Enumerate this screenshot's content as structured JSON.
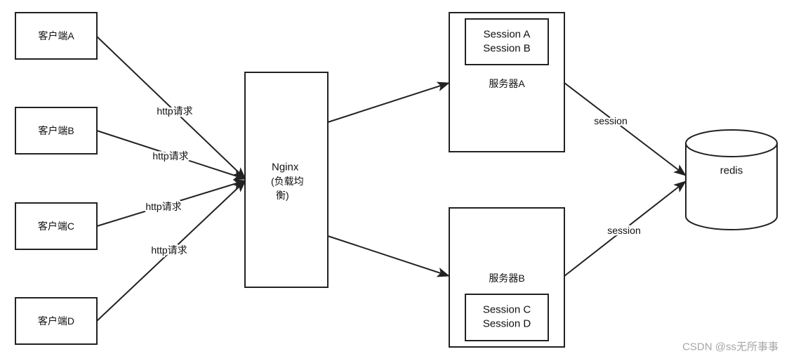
{
  "clients": [
    {
      "label": "客户端A"
    },
    {
      "label": "客户端B"
    },
    {
      "label": "客户端C"
    },
    {
      "label": "客户端D"
    }
  ],
  "nginx": {
    "label_lines": [
      "Nginx",
      "(负载均",
      "衡)"
    ]
  },
  "servers": [
    {
      "label": "服务器A",
      "sessions": [
        "Session A",
        "Session B"
      ]
    },
    {
      "label": "服务器B",
      "sessions": [
        "Session C",
        "Session D"
      ]
    }
  ],
  "redis": {
    "label": "redis"
  },
  "edge_labels": {
    "http": [
      "http请求",
      "http请求",
      "http请求",
      "http请求"
    ],
    "session": [
      "session",
      "session"
    ]
  },
  "watermark": "CSDN @ss无所事事",
  "colors": {
    "stroke": "#222222",
    "background": "#ffffff",
    "watermark": "#a6a6a6"
  }
}
